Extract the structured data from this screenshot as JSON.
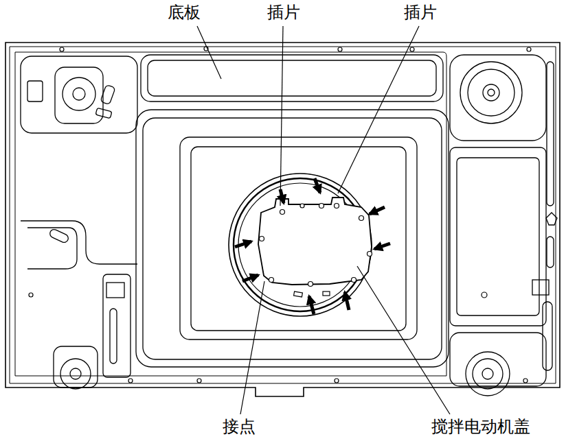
{
  "diagram": {
    "labels": [
      "底板",
      "插片",
      "插片",
      "接点",
      "搅拌电动机盖"
    ]
  }
}
